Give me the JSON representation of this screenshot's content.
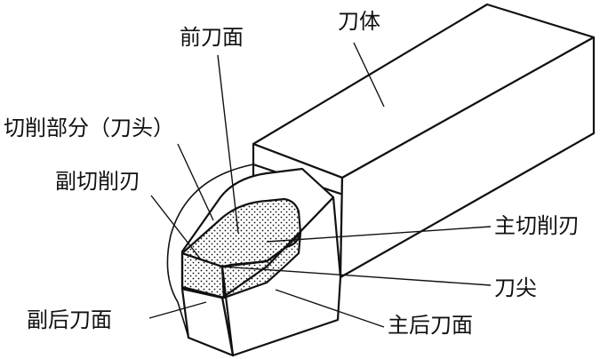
{
  "labels": {
    "tool_body": "刀体",
    "rake_face": "前刀面",
    "cutting_part": "切削部分（刀头）",
    "minor_cutting_edge": "副切削刃",
    "major_cutting_edge": "主切削刃",
    "tool_tip": "刀尖",
    "minor_flank": "副后刀面",
    "major_flank": "主后刀面"
  },
  "colors": {
    "line": "#111111",
    "background": "#ffffff",
    "stipple": "#111111"
  }
}
